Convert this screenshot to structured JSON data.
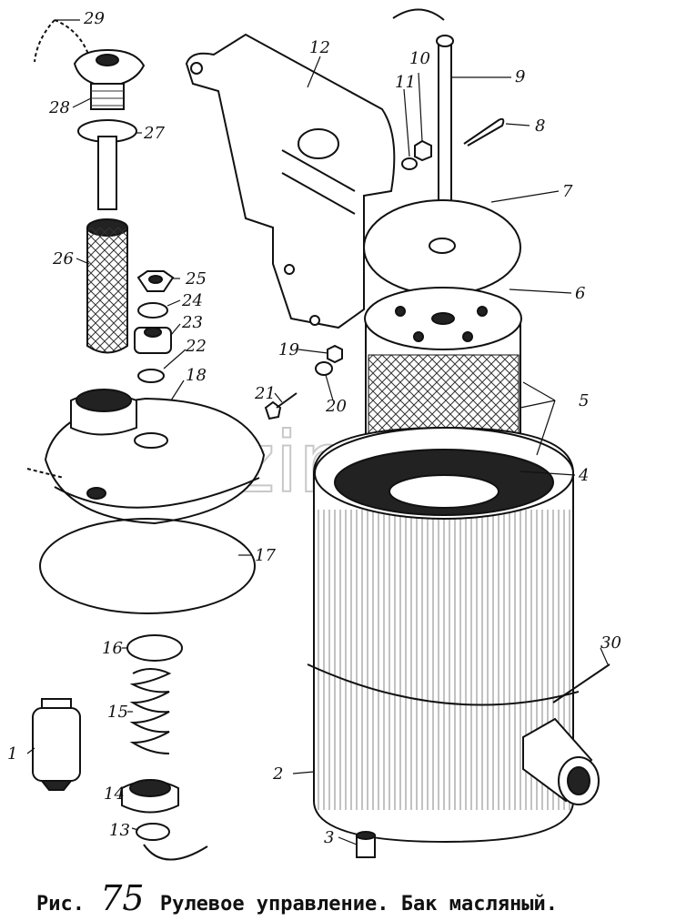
{
  "labels": [
    "1",
    "2",
    "3",
    "4",
    "5",
    "6",
    "7",
    "8",
    "9",
    "10",
    "11",
    "12",
    "13",
    "14",
    "15",
    "16",
    "17",
    "18",
    "19",
    "20",
    "21",
    "22",
    "23",
    "24",
    "25",
    "26",
    "27",
    "28",
    "29",
    "30"
  ],
  "watermark": "mazin",
  "caption": {
    "prefix": "Рис.",
    "number": "75",
    "text": "Рулевое управление. Бак масляный."
  }
}
